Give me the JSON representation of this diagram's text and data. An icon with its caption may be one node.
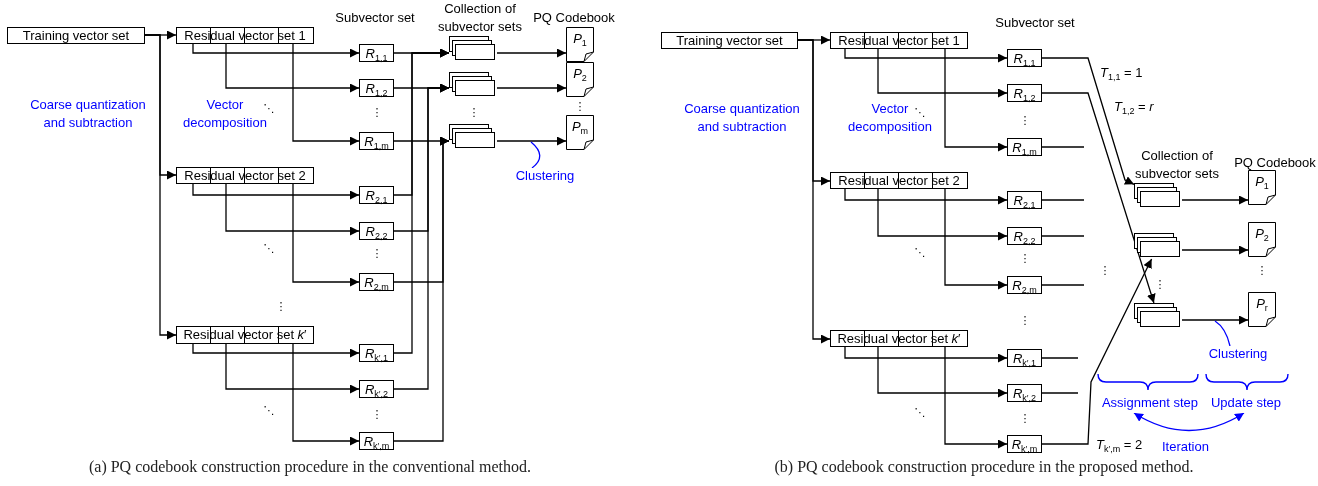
{
  "diagram": {
    "nodes": [
      {
        "text": [
          "Training vector set"
        ]
      },
      {
        "text": [
          "Residual vector set 1"
        ]
      },
      {
        "text": [
          "Residual vector set 2"
        ]
      },
      {
        "text": [
          "Residual vector set *k*′"
        ]
      },
      {
        "text": [
          "*R*$_{1,1}$"
        ]
      },
      {
        "text": [
          "*R*$_{1,2}$"
        ]
      },
      {
        "text": [
          "*R*$_{1,m}$"
        ]
      },
      {
        "text": [
          "*R*$_{2,1}$"
        ]
      },
      {
        "text": [
          "*R*$_{2,2}$"
        ]
      },
      {
        "text": [
          "*R*$_{2,m}$"
        ]
      },
      {
        "text": [
          "*R*$_{k′,1}$"
        ]
      },
      {
        "text": [
          "*R*$_{k′,2}$"
        ]
      },
      {
        "text": [
          "*R*$_{k′,m}$"
        ]
      },
      {
        "text": [],
        "shape": "stack"
      },
      {
        "text": [],
        "shape": "stack"
      },
      {
        "text": [],
        "shape": "stack"
      },
      {
        "text": [
          "*P*$_{1}$"
        ]
      },
      {
        "text": [
          "*P*$_{2}$"
        ]
      },
      {
        "text": [
          "*P*$_{m}$"
        ]
      },
      {
        "text": [
          "Clustering"
        ]
      },
      {
        "text": [
          "Training vector set"
        ]
      },
      {
        "text": [
          "Residual vector set 1"
        ]
      },
      {
        "text": [
          "Residual vector set 2"
        ]
      },
      {
        "text": [
          "Residual vector set *k*′"
        ]
      },
      {
        "text": [
          "*R*$_{1,1}$"
        ]
      },
      {
        "text": [
          "*R*$_{1,2}$"
        ]
      },
      {
        "text": [
          "*R*$_{1,m}$"
        ]
      },
      {
        "text": [
          "*R*$_{2,1}$"
        ]
      },
      {
        "text": [
          "*R*$_{2,2}$"
        ]
      },
      {
        "text": [
          "*R*$_{2,m}$"
        ]
      },
      {
        "text": [
          "*R*$_{k′,1}$"
        ]
      },
      {
        "text": [
          "*R*$_{k′,2}$"
        ]
      },
      {
        "text": [
          "*R*$_{k′,m}$"
        ]
      },
      {
        "text": [],
        "shape": "stack"
      },
      {
        "text": [],
        "shape": "stack"
      },
      {
        "text": [],
        "shape": "stack"
      },
      {
        "text": [
          "*P*$_{1}$"
        ]
      },
      {
        "text": [
          "*P*$_{2}$"
        ]
      },
      {
        "text": [
          "*P*$_{r}$"
        ]
      },
      {
        "text": [
          "Clustering"
        ]
      },
      {
        "text": [
          "Assignment step"
        ]
      },
      {
        "text": [
          "Update step"
        ]
      }
    ],
    "edges": [
      {
        "from": 0,
        "to": 1,
        "arrow": "to"
      },
      {
        "from": 0,
        "to": 2,
        "arrow": "to"
      },
      {
        "from": 0,
        "to": 3,
        "arrow": "to"
      },
      {
        "from": 1,
        "to": 4,
        "arrow": "to"
      },
      {
        "from": 1,
        "to": 5,
        "arrow": "to"
      },
      {
        "from": 1,
        "to": 6,
        "arrow": "to"
      },
      {
        "from": 2,
        "to": 7,
        "arrow": "to"
      },
      {
        "from": 2,
        "to": 8,
        "arrow": "to"
      },
      {
        "from": 2,
        "to": 9,
        "arrow": "to"
      },
      {
        "from": 3,
        "to": 10,
        "arrow": "to"
      },
      {
        "from": 3,
        "to": 11,
        "arrow": "to"
      },
      {
        "from": 3,
        "to": 12,
        "arrow": "to"
      },
      {
        "from": 4,
        "to": 13,
        "arrow": "to"
      },
      {
        "from": 5,
        "to": 14,
        "arrow": "to"
      },
      {
        "from": 6,
        "to": 15,
        "arrow": "to"
      },
      {
        "from": 7,
        "to": 13,
        "arrow": "to"
      },
      {
        "from": 8,
        "to": 14,
        "arrow": "to"
      },
      {
        "from": 9,
        "to": 15,
        "arrow": "to"
      },
      {
        "from": 10,
        "to": 13,
        "arrow": "to"
      },
      {
        "from": 11,
        "to": 14,
        "arrow": "to"
      },
      {
        "from": 12,
        "to": 15,
        "arrow": "to"
      },
      {
        "from": 13,
        "to": 16,
        "arrow": "to"
      },
      {
        "from": 14,
        "to": 17,
        "arrow": "to"
      },
      {
        "from": 15,
        "to": 18,
        "arrow": "to"
      },
      {
        "from": 19,
        "to": null,
        "arrow": "none",
        "color": "#0000ff"
      },
      {
        "from": 20,
        "to": 21,
        "arrow": "to"
      },
      {
        "from": 20,
        "to": 22,
        "arrow": "to"
      },
      {
        "from": 20,
        "to": 23,
        "arrow": "to"
      },
      {
        "from": 21,
        "to": 24,
        "arrow": "to"
      },
      {
        "from": 21,
        "to": 25,
        "arrow": "to"
      },
      {
        "from": 21,
        "to": 26,
        "arrow": "to"
      },
      {
        "from": 22,
        "to": 27,
        "arrow": "to"
      },
      {
        "from": 22,
        "to": 28,
        "arrow": "to"
      },
      {
        "from": 22,
        "to": 29,
        "arrow": "to"
      },
      {
        "from": 23,
        "to": 30,
        "arrow": "to"
      },
      {
        "from": 23,
        "to": 31,
        "arrow": "to"
      },
      {
        "from": 23,
        "to": 32,
        "arrow": "to"
      },
      {
        "from": 24,
        "to": 33,
        "arrow": "to",
        "label": "*T*$_{1,1}$ = 1"
      },
      {
        "from": 25,
        "to": 35,
        "arrow": "to",
        "label": "*T*$_{1,2}$ = *r*"
      },
      {
        "from": 26,
        "to": null,
        "arrow": "none"
      },
      {
        "from": 27,
        "to": null,
        "arrow": "none"
      },
      {
        "from": 28,
        "to": null,
        "arrow": "none"
      },
      {
        "from": 29,
        "to": null,
        "arrow": "none"
      },
      {
        "from": 30,
        "to": null,
        "arrow": "none"
      },
      {
        "from": 31,
        "to": null,
        "arrow": "none"
      },
      {
        "from": 32,
        "to": 34,
        "arrow": "to",
        "label": "*T*$_{k′,m}$ = 2"
      },
      {
        "from": 33,
        "to": 36,
        "arrow": "to"
      },
      {
        "from": 34,
        "to": 37,
        "arrow": "to"
      },
      {
        "from": 35,
        "to": 38,
        "arrow": "to"
      },
      {
        "from": 39,
        "to": null,
        "arrow": "none",
        "color": "#0000ff"
      },
      {
        "from": 40,
        "to": 41,
        "arrow": "both",
        "label": "Iteration",
        "color": "#0000ff"
      }
    ],
    "labels": [
      "Subvector set",
      "Collection of subvector sets",
      "PQ Codebook",
      "Coarse quantization and subtraction",
      "Vector decomposition",
      "⋱",
      "⋮",
      "⋮",
      "⋮",
      "⋱",
      "⋮",
      "⋮",
      "⋱",
      "⋮",
      "Subvector set",
      "Collection of subvector sets",
      "PQ Codebook",
      "Coarse quantization and subtraction",
      "Vector decomposition",
      "⋱",
      "⋮",
      "⋱",
      "⋮",
      "⋮",
      "⋱",
      "⋮",
      "⋮",
      "⋮",
      "⋮",
      "(a) PQ codebook construction procedure in the conventional method.",
      "(b) PQ codebook construction procedure in the proposed method."
    ]
  }
}
